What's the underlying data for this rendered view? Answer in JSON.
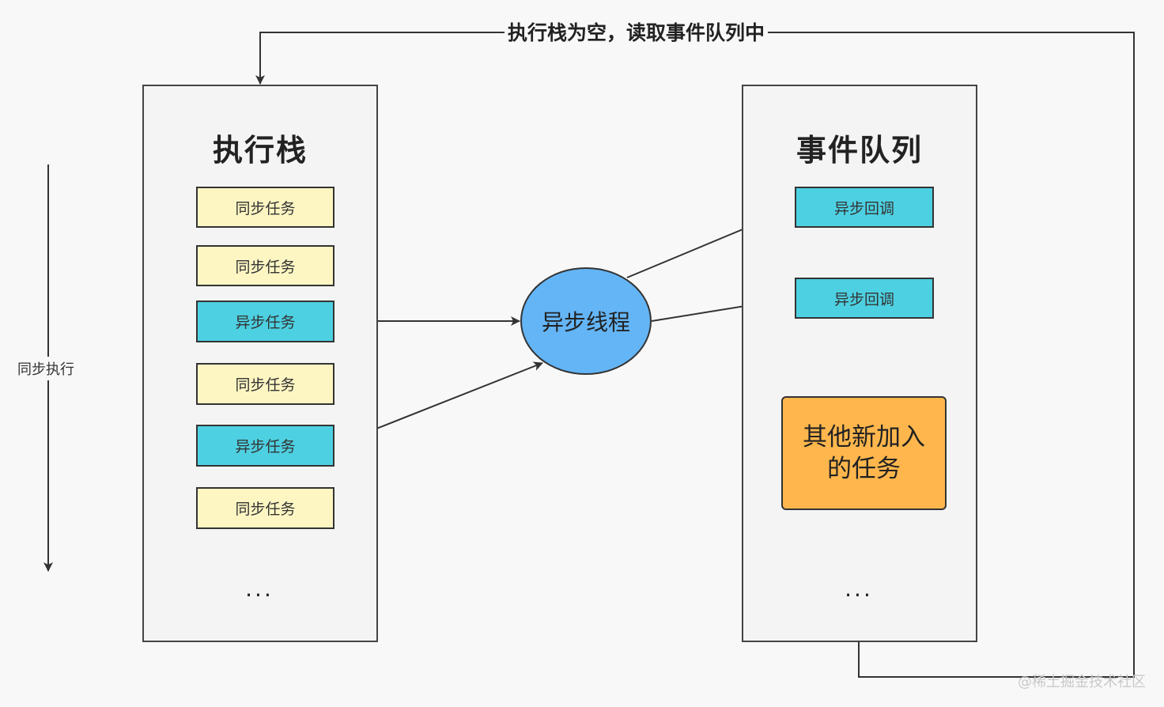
{
  "top_label": "执行栈为空，读取事件队列中",
  "side_label": "同步执行",
  "execution_stack": {
    "title": "执行栈",
    "tasks": [
      "同步任务",
      "同步任务",
      "异步任务",
      "同步任务",
      "异步任务",
      "同步任务"
    ],
    "ellipsis": "..."
  },
  "async_thread": {
    "label": "异步线程"
  },
  "event_queue": {
    "title": "事件队列",
    "callbacks": [
      "异步回调",
      "异步回调"
    ],
    "new_tasks": "其他新加入的任务",
    "ellipsis": "..."
  },
  "watermark": "@稀土掘金技术社区",
  "colors": {
    "sync_task": "#fdf6c3",
    "async_task": "#4dd0e1",
    "async_thread": "#64b5f6",
    "new_tasks": "#ffb74d",
    "line": "#333333"
  }
}
